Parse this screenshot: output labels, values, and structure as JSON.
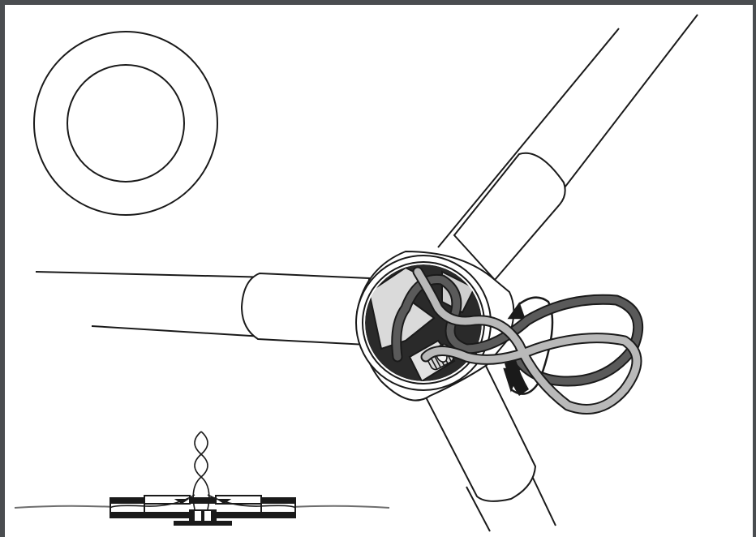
{
  "diagram": {
    "panels": [
      {
        "name": "ring-detail"
      },
      {
        "name": "tripod-hub-assembly"
      },
      {
        "name": "wire-cross-section"
      }
    ],
    "colors": {
      "frame": "#4a4d50",
      "paper": "#ffffff",
      "outline": "#1a1a1a",
      "dark_wire": "#5a5a5a",
      "light_wire": "#b9b9b9",
      "thin_wire": "#6e6e6e"
    }
  }
}
